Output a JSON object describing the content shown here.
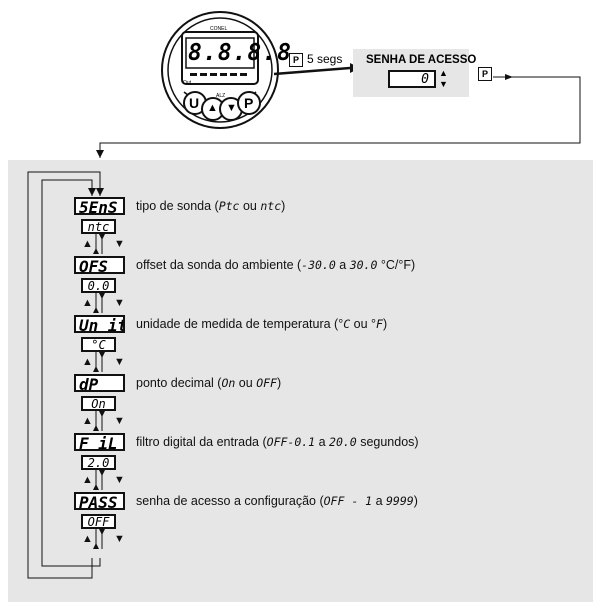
{
  "device": {
    "display_digits": "8.8.8.8.",
    "brand_label": "CONEL",
    "key_u": "U",
    "key_up": "▲",
    "key_down": "▼",
    "key_p": "P",
    "key_small_label": "ALZ",
    "out_label": "Out"
  },
  "press": {
    "key": "P",
    "duration": "5 segs"
  },
  "password": {
    "title": "SENHA DE ACESSO",
    "value": "0",
    "key": "P"
  },
  "parameters": [
    {
      "code": "5EnS",
      "value": "ntc",
      "desc_pre": "tipo de sonda (",
      "lcd1": "Ptc",
      "mid": " ou ",
      "lcd2": "ntc",
      "desc_post": ")"
    },
    {
      "code": "OFS",
      "value": "0.0",
      "desc_pre": "offset da sonda do ambiente (",
      "lcd1": "-30.0",
      "mid": " a ",
      "lcd2": "30.0",
      "desc_post": " °C/°F)"
    },
    {
      "code": "Un it",
      "value": "°C",
      "desc_pre": "unidade de medida de temperatura (°",
      "lcd1": "C",
      "mid": " ou °",
      "lcd2": "F",
      "desc_post": ")"
    },
    {
      "code": "dP",
      "value": "On",
      "desc_pre": "ponto decimal (",
      "lcd1": "On",
      "mid": " ou ",
      "lcd2": "OFF",
      "desc_post": ")"
    },
    {
      "code": "F iL",
      "value": "2.0",
      "desc_pre": "filtro digital da entrada (",
      "lcd1": "OFF-0.1",
      "mid": " a ",
      "lcd2": "20.0",
      "desc_post": " segundos)"
    },
    {
      "code": "PASS",
      "value": "OFF",
      "desc_pre": "senha de acesso a configuração (",
      "lcd1": "OFF - 1",
      "mid": " a ",
      "lcd2": "9999",
      "desc_post": ")"
    }
  ],
  "colors": {
    "panel_bg": "#e6e6e6",
    "line": "#111111"
  }
}
